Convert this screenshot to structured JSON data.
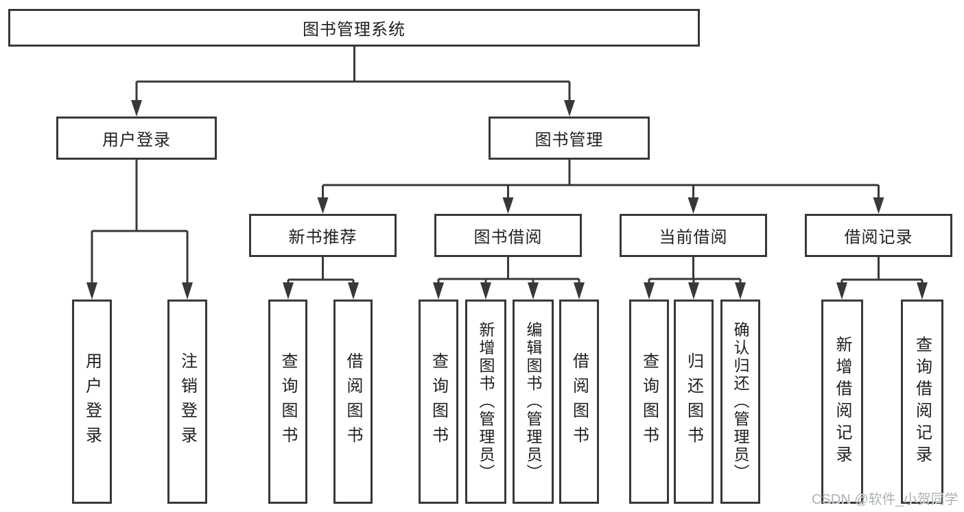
{
  "colors": {
    "line": "#383838",
    "text": "#1f1f1f",
    "watermark": "#aeb2b6",
    "background": "#ffffff"
  },
  "watermark": {
    "text": "CSDN @软件_小贺同学"
  },
  "tree": {
    "root": {
      "label": "图书管理系统"
    },
    "user_login": {
      "label": "用户登录",
      "children": [
        "用户登录",
        "注销登录"
      ]
    },
    "book_management": {
      "label": "图书管理",
      "sections": [
        {
          "label": "新书推荐",
          "children": [
            "查询图书",
            "借阅图书"
          ]
        },
        {
          "label": "图书借阅",
          "children": [
            "查询图书",
            "新增图书（管理员）",
            "编辑图书（管理员）",
            "借阅图书"
          ]
        },
        {
          "label": "当前借阅",
          "children": [
            "查询图书",
            "归还图书",
            "确认归还（管理员）"
          ]
        },
        {
          "label": "借阅记录",
          "children": [
            "新增借阅记录",
            "查询借阅记录"
          ]
        }
      ]
    }
  }
}
